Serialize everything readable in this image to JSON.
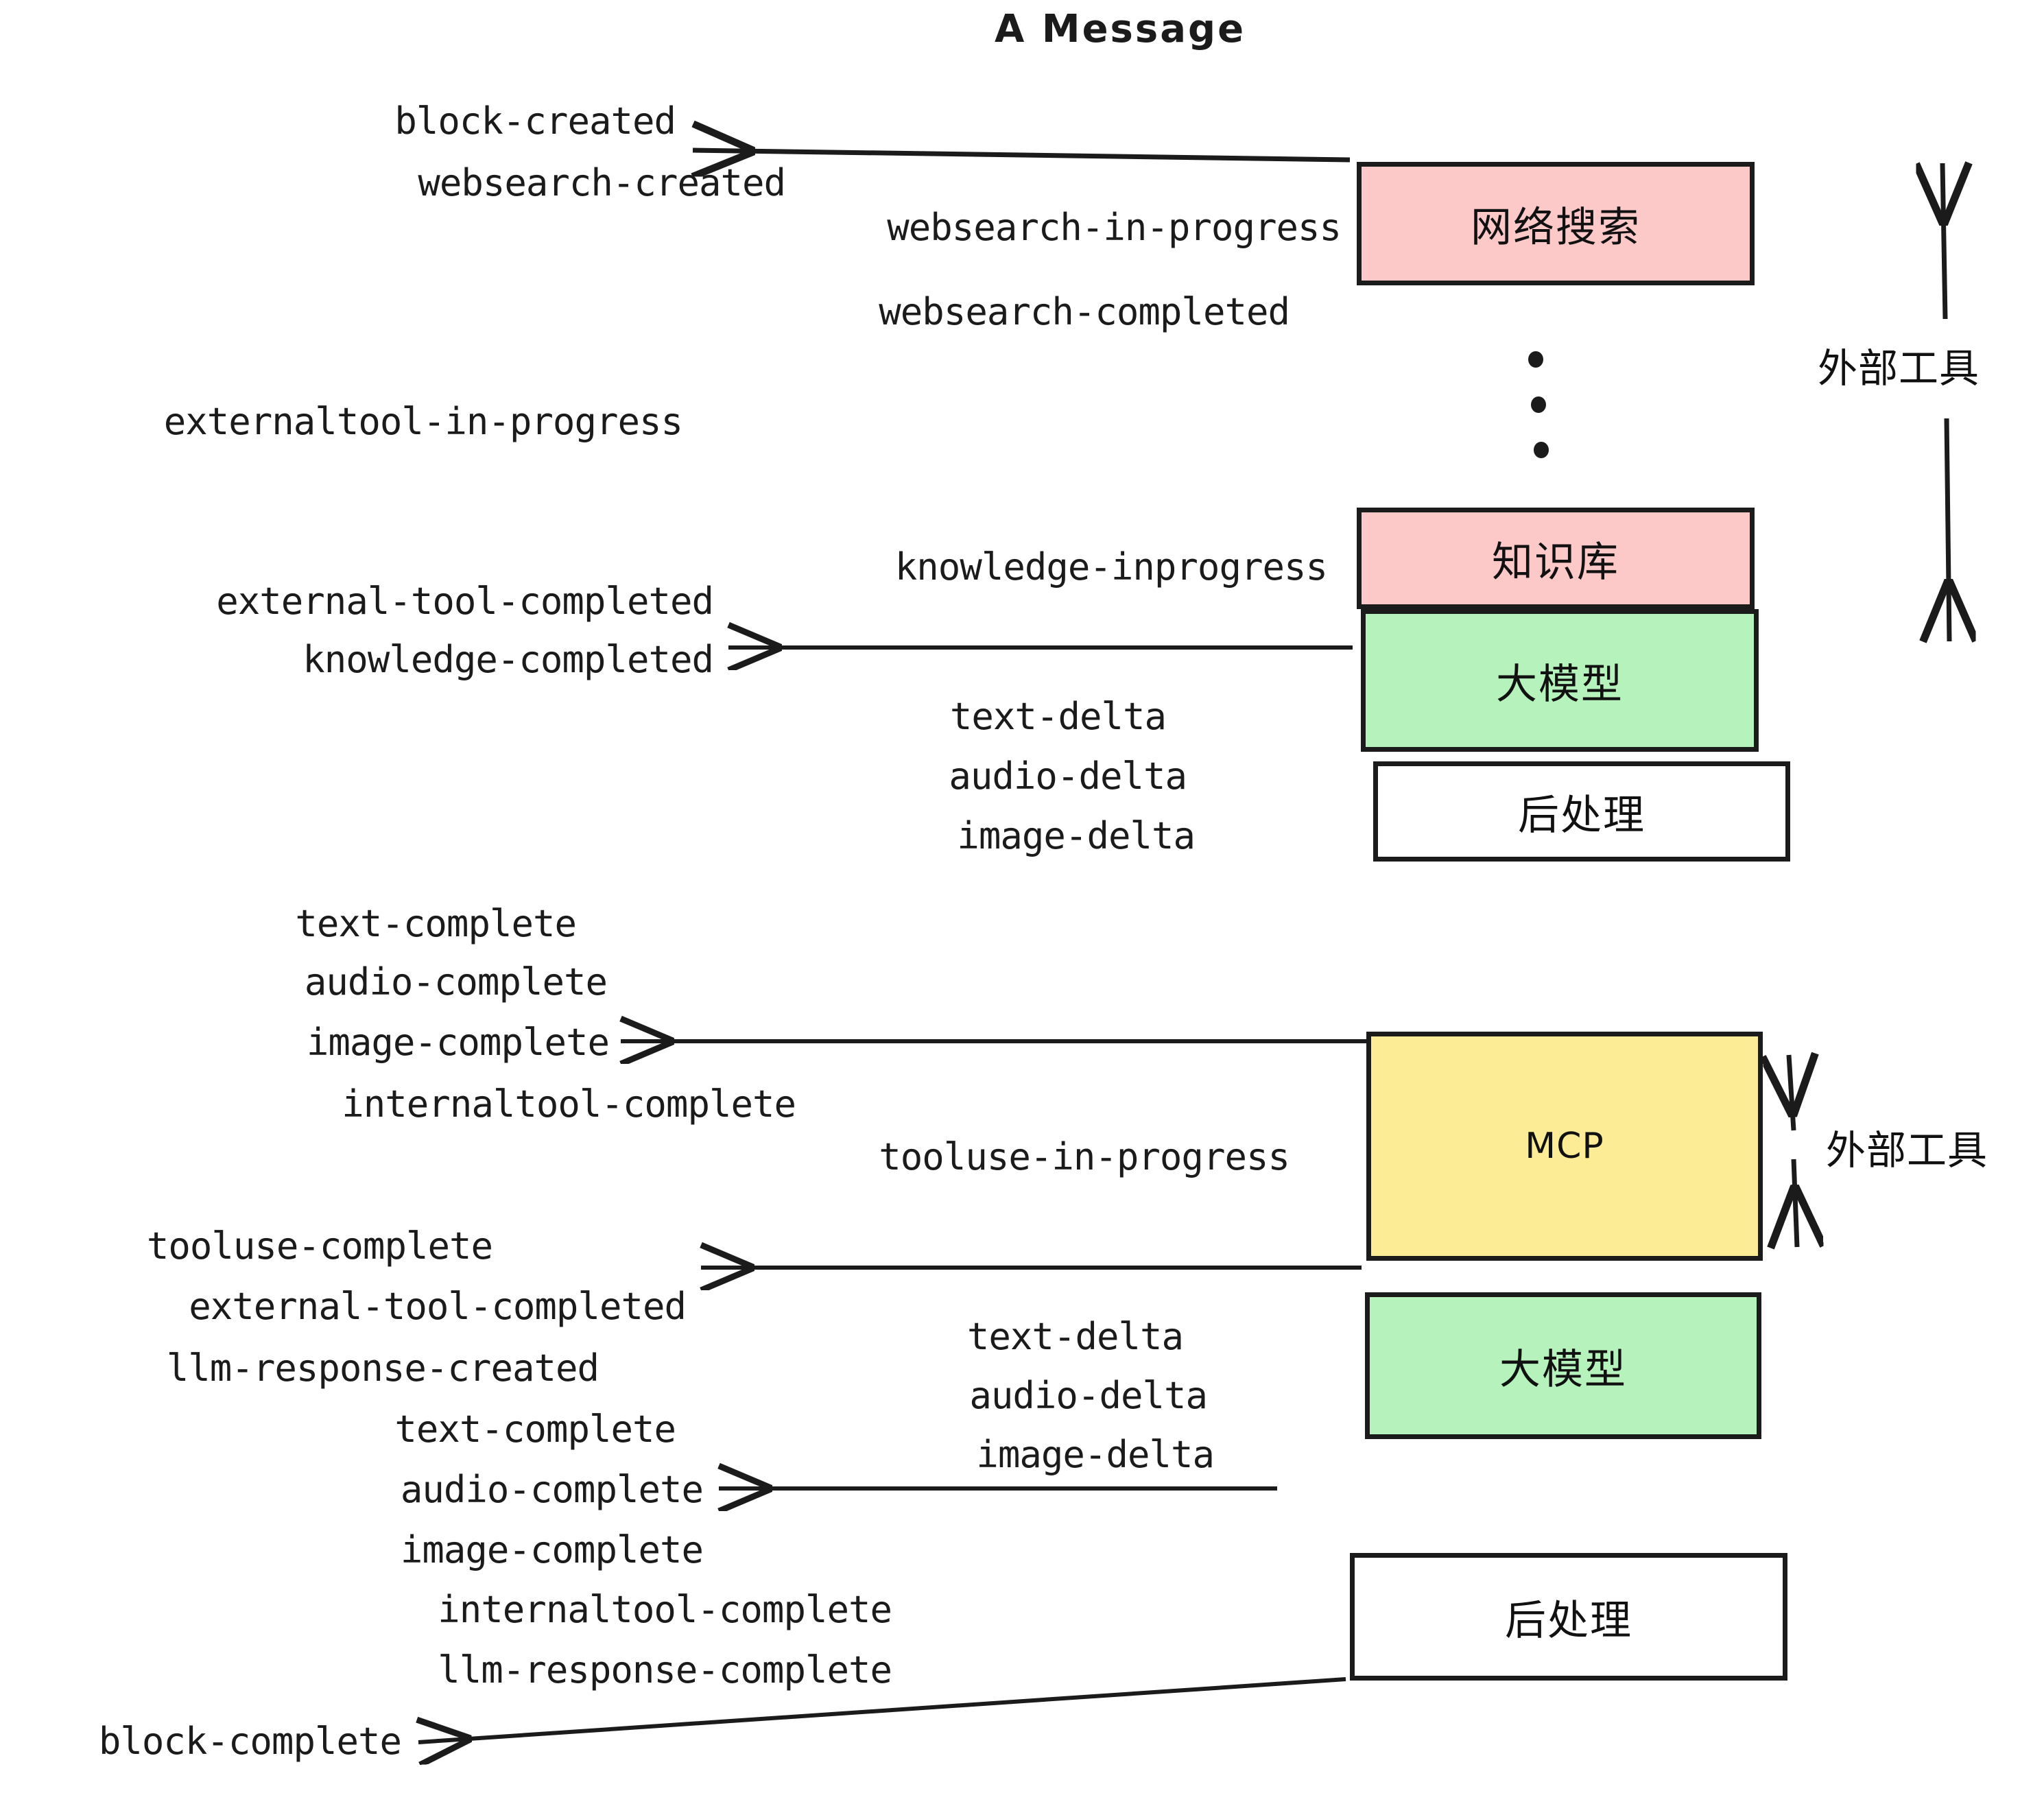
{
  "title": "A Message",
  "colors": {
    "pink": "#fcc8c8",
    "green": "#b5f2bc",
    "yellow": "#fcec95",
    "white": "#ffffff",
    "stroke": "#1b1b1b",
    "background": "#ffffff"
  },
  "boxes": [
    {
      "id": "websearch",
      "label": "网络搜索",
      "fill": "#fcc8c8"
    },
    {
      "id": "knowledge",
      "label": "知识库",
      "fill": "#fcc8c8"
    },
    {
      "id": "llm-upper",
      "label": "大模型",
      "fill": "#b5f2bc"
    },
    {
      "id": "postprocess-upper",
      "label": "后处理",
      "fill": "#ffffff"
    },
    {
      "id": "mcp",
      "label": "MCP",
      "fill": "#fcec95"
    },
    {
      "id": "llm-lower",
      "label": "大模型",
      "fill": "#b5f2bc"
    },
    {
      "id": "postprocess-lower",
      "label": "后处理",
      "fill": "#ffffff"
    }
  ],
  "side_labels": [
    {
      "id": "external-tools-upper",
      "label": "外部工具"
    },
    {
      "id": "external-tools-lower",
      "label": "外部工具"
    }
  ],
  "events": [
    {
      "id": "block-created",
      "text": "block-created"
    },
    {
      "id": "websearch-created",
      "text": "websearch-created"
    },
    {
      "id": "websearch-in-progress",
      "text": "websearch-in-progress"
    },
    {
      "id": "websearch-completed",
      "text": "websearch-completed"
    },
    {
      "id": "externaltool-in-progress",
      "text": "externaltool-in-progress"
    },
    {
      "id": "knowledge-inprogress",
      "text": "knowledge-inprogress"
    },
    {
      "id": "external-tool-completed-1",
      "text": "external-tool-completed"
    },
    {
      "id": "knowledge-completed",
      "text": "knowledge-completed"
    },
    {
      "id": "text-delta-1",
      "text": "text-delta"
    },
    {
      "id": "audio-delta-1",
      "text": "audio-delta"
    },
    {
      "id": "image-delta-1",
      "text": "image-delta"
    },
    {
      "id": "text-complete-1",
      "text": "text-complete"
    },
    {
      "id": "audio-complete-1",
      "text": "audio-complete"
    },
    {
      "id": "image-complete-1",
      "text": "image-complete"
    },
    {
      "id": "internaltool-complete-1",
      "text": "internaltool-complete"
    },
    {
      "id": "tooluse-in-progress",
      "text": "tooluse-in-progress"
    },
    {
      "id": "tooluse-complete",
      "text": "tooluse-complete"
    },
    {
      "id": "external-tool-completed-2",
      "text": "external-tool-completed"
    },
    {
      "id": "llm-response-created",
      "text": "llm-response-created"
    },
    {
      "id": "text-delta-2",
      "text": "text-delta"
    },
    {
      "id": "audio-delta-2",
      "text": "audio-delta"
    },
    {
      "id": "image-delta-2",
      "text": "image-delta"
    },
    {
      "id": "text-complete-2",
      "text": "text-complete"
    },
    {
      "id": "audio-complete-2",
      "text": "audio-complete"
    },
    {
      "id": "image-complete-2",
      "text": "image-complete"
    },
    {
      "id": "internaltool-complete-2",
      "text": "internaltool-complete"
    },
    {
      "id": "llm-response-complete",
      "text": "llm-response-complete"
    },
    {
      "id": "block-complete",
      "text": "block-complete"
    }
  ]
}
